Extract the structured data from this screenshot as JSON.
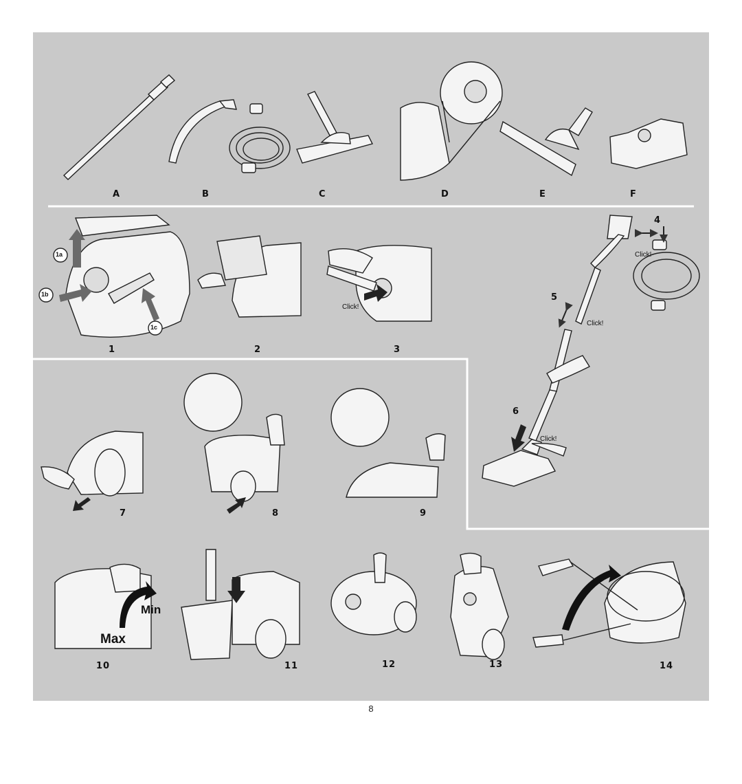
{
  "parts": {
    "a": "A",
    "b": "B",
    "c": "C",
    "d": "D",
    "e": "E",
    "f": "F"
  },
  "steps": {
    "s1": "1",
    "s1a": "1a",
    "s1b": "1b",
    "s1c": "1c",
    "s2": "2",
    "s3": "3",
    "s4": "4",
    "s5": "5",
    "s6": "6",
    "s7": "7",
    "s8": "8",
    "s9": "9",
    "s10": "10",
    "s11": "11",
    "s12": "12",
    "s13": "13",
    "s14": "14"
  },
  "callouts": {
    "click": "Click!",
    "min": "Min",
    "max": "Max"
  },
  "page_number": "8",
  "colors": {
    "panel": "#c9c9c9",
    "divider": "#ffffff",
    "arrow": "#6a6a6a",
    "ink": "#111111"
  }
}
